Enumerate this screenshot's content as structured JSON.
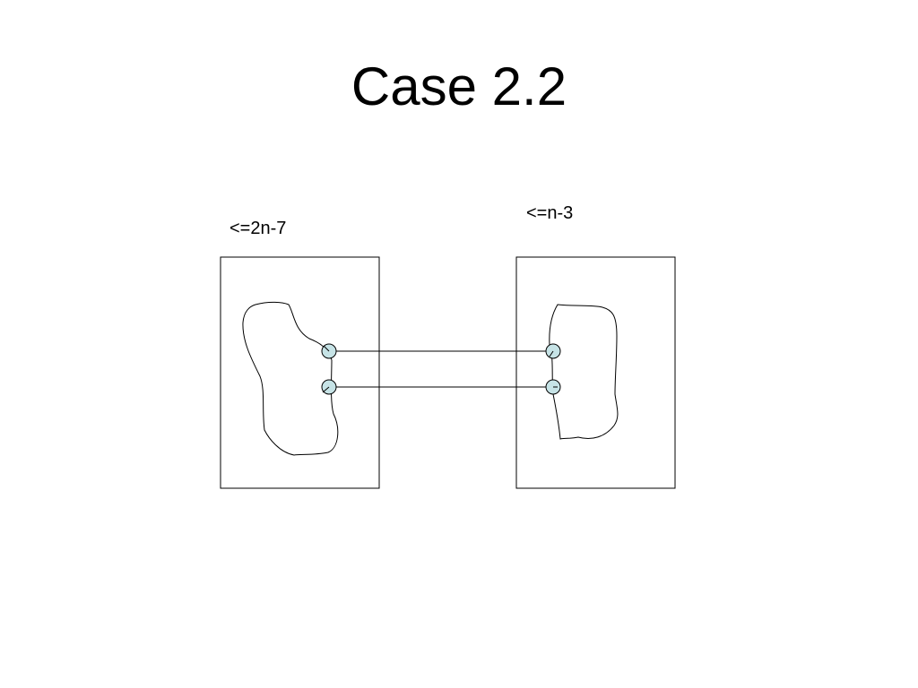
{
  "title": "Case 2.2",
  "diagram": {
    "left_label": "<=2n-7",
    "right_label": "<=n-3"
  },
  "colors": {
    "stroke": "#000000",
    "node_fill": "#c6e3e6",
    "background": "#ffffff"
  }
}
